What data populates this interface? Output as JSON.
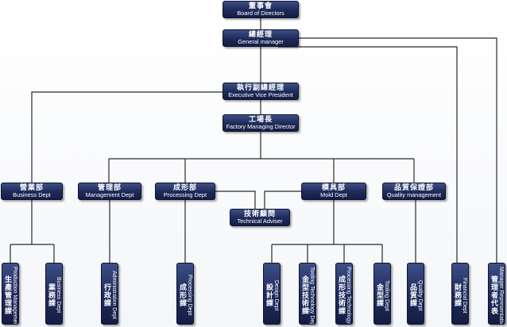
{
  "nodes": {
    "board": {
      "zh": "董事會",
      "en": "Board of Directors"
    },
    "gm": {
      "zh": "總經理",
      "en": "General manager"
    },
    "evp": {
      "zh": "執行副總經理",
      "en": "Executive Vice President"
    },
    "factory": {
      "zh": "工場長",
      "en": "Factory Managing Director"
    },
    "business": {
      "zh": "營業部",
      "en": "Business Dept"
    },
    "management": {
      "zh": "管理部",
      "en": "Management Dept"
    },
    "processing": {
      "zh": "成形部",
      "en": "Processing Dept"
    },
    "mold": {
      "zh": "模具部",
      "en": "Mold Dept"
    },
    "quality": {
      "zh": "品質保證部",
      "en": "Quality management"
    },
    "adviser": {
      "zh": "技術顧問",
      "en": "Technical Adviser"
    },
    "prod_mgmt": {
      "zh": "生產管理課",
      "en": "Production Management Dept"
    },
    "biz_sec": {
      "zh": "業務課",
      "en": "Business Dept"
    },
    "admin": {
      "zh": "行政課",
      "en": "Administration Dept"
    },
    "proc_sec": {
      "zh": "成形課",
      "en": "Processing Dept"
    },
    "design": {
      "zh": "設計課",
      "en": "Design Dept"
    },
    "tool_tech": {
      "zh": "金型技術課",
      "en": "Tooling Technology Dept"
    },
    "proc_tech": {
      "zh": "成形技術課",
      "en": "Processing Technology Dept"
    },
    "tooling": {
      "zh": "金型課",
      "en": "Tooling Dept"
    },
    "quality_sec": {
      "zh": "品質課",
      "en": "Quality Dept"
    },
    "finance": {
      "zh": "財務課",
      "en": "Financial Dept"
    },
    "mgmt_rep": {
      "zh": "管理者代表",
      "en": "Manager Representative"
    }
  },
  "colors": {
    "node_top": "#3d4f86",
    "node_bottom": "#141d44",
    "line": "#2a2a2a"
  }
}
